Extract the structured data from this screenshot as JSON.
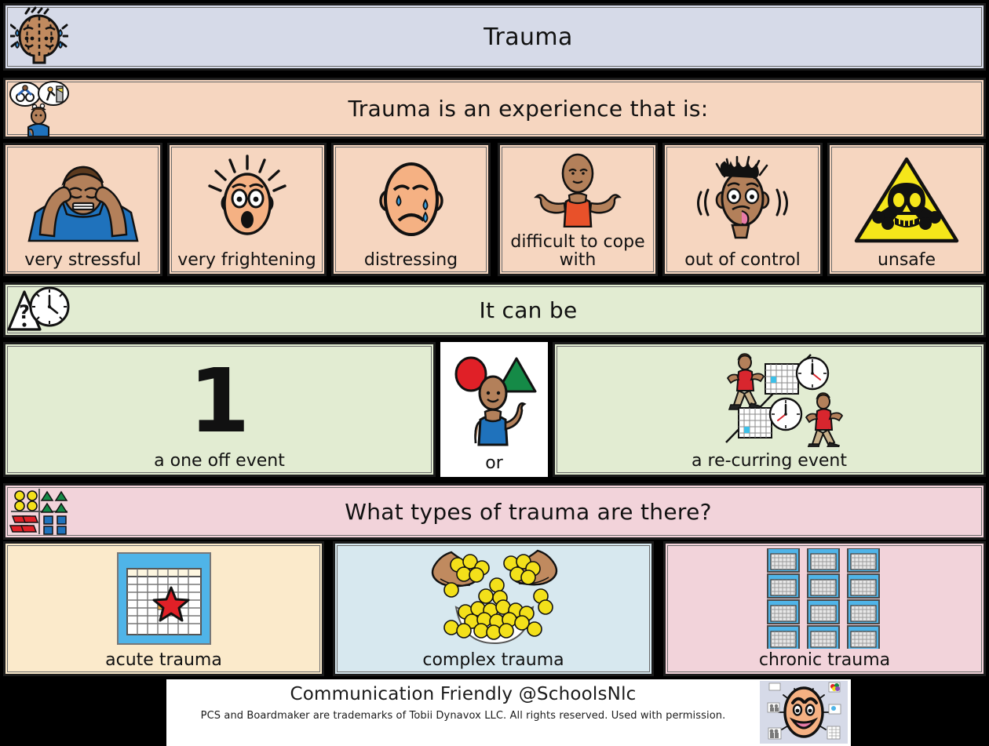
{
  "page": {
    "background": "#000000",
    "board_title": "Trauma"
  },
  "header": {
    "title": "Trauma",
    "bg": "#d6dae8",
    "icon": "brain-icon"
  },
  "section_experience": {
    "banner": {
      "title": "Trauma is an experience that is:",
      "bg": "#f6d6c0",
      "icon": "thinking-person-icon"
    },
    "cards": [
      {
        "label": "very stressful",
        "icon": "stressed-man-icon",
        "bg": "#f6d6c0"
      },
      {
        "label": "very frightening",
        "icon": "frightened-face-icon",
        "bg": "#f6d6c0"
      },
      {
        "label": "distressing",
        "icon": "crying-face-icon",
        "bg": "#f6d6c0"
      },
      {
        "label": "difficult to cope with",
        "icon": "shrugging-person-icon",
        "bg": "#f6d6c0"
      },
      {
        "label": "out of control",
        "icon": "shaking-face-icon",
        "bg": "#f6d6c0"
      },
      {
        "label": "unsafe",
        "icon": "hazard-skull-icon",
        "bg": "#f6d6c0"
      }
    ]
  },
  "section_frequency": {
    "banner": {
      "title": "It can be",
      "bg": "#e2ecd2",
      "icon": "question-clock-icon"
    },
    "one_off": {
      "label": "a one off event",
      "number": "1",
      "bg": "#e2ecd2",
      "icon": "number-one-icon"
    },
    "conjunction": {
      "label": "or",
      "bg": "#ffffff",
      "icon": "choice-person-icon"
    },
    "recurring": {
      "label": "a re-curring event",
      "bg": "#e2ecd2",
      "icon": "repeating-calendar-clock-icon"
    }
  },
  "section_types": {
    "banner": {
      "title": "What types of trauma are there?",
      "bg": "#f2d3da",
      "icon": "sorting-shapes-icon"
    },
    "cards": [
      {
        "label": "acute trauma",
        "icon": "calendar-star-icon",
        "bg": "#fbeacb"
      },
      {
        "label": "complex trauma",
        "icon": "hands-beads-bowl-icon",
        "bg": "#d7e8ef"
      },
      {
        "label": "chronic trauma",
        "icon": "many-calendars-icon",
        "bg": "#f2d3da"
      }
    ]
  },
  "footer": {
    "title": "Communication Friendly @SchoolsNlc",
    "subtitle": "PCS and Boardmaker are trademarks of Tobii Dynavox LLC.  All rights reserved.  Used with permission.",
    "logo_icon": "smiling-face-logo-icon"
  }
}
